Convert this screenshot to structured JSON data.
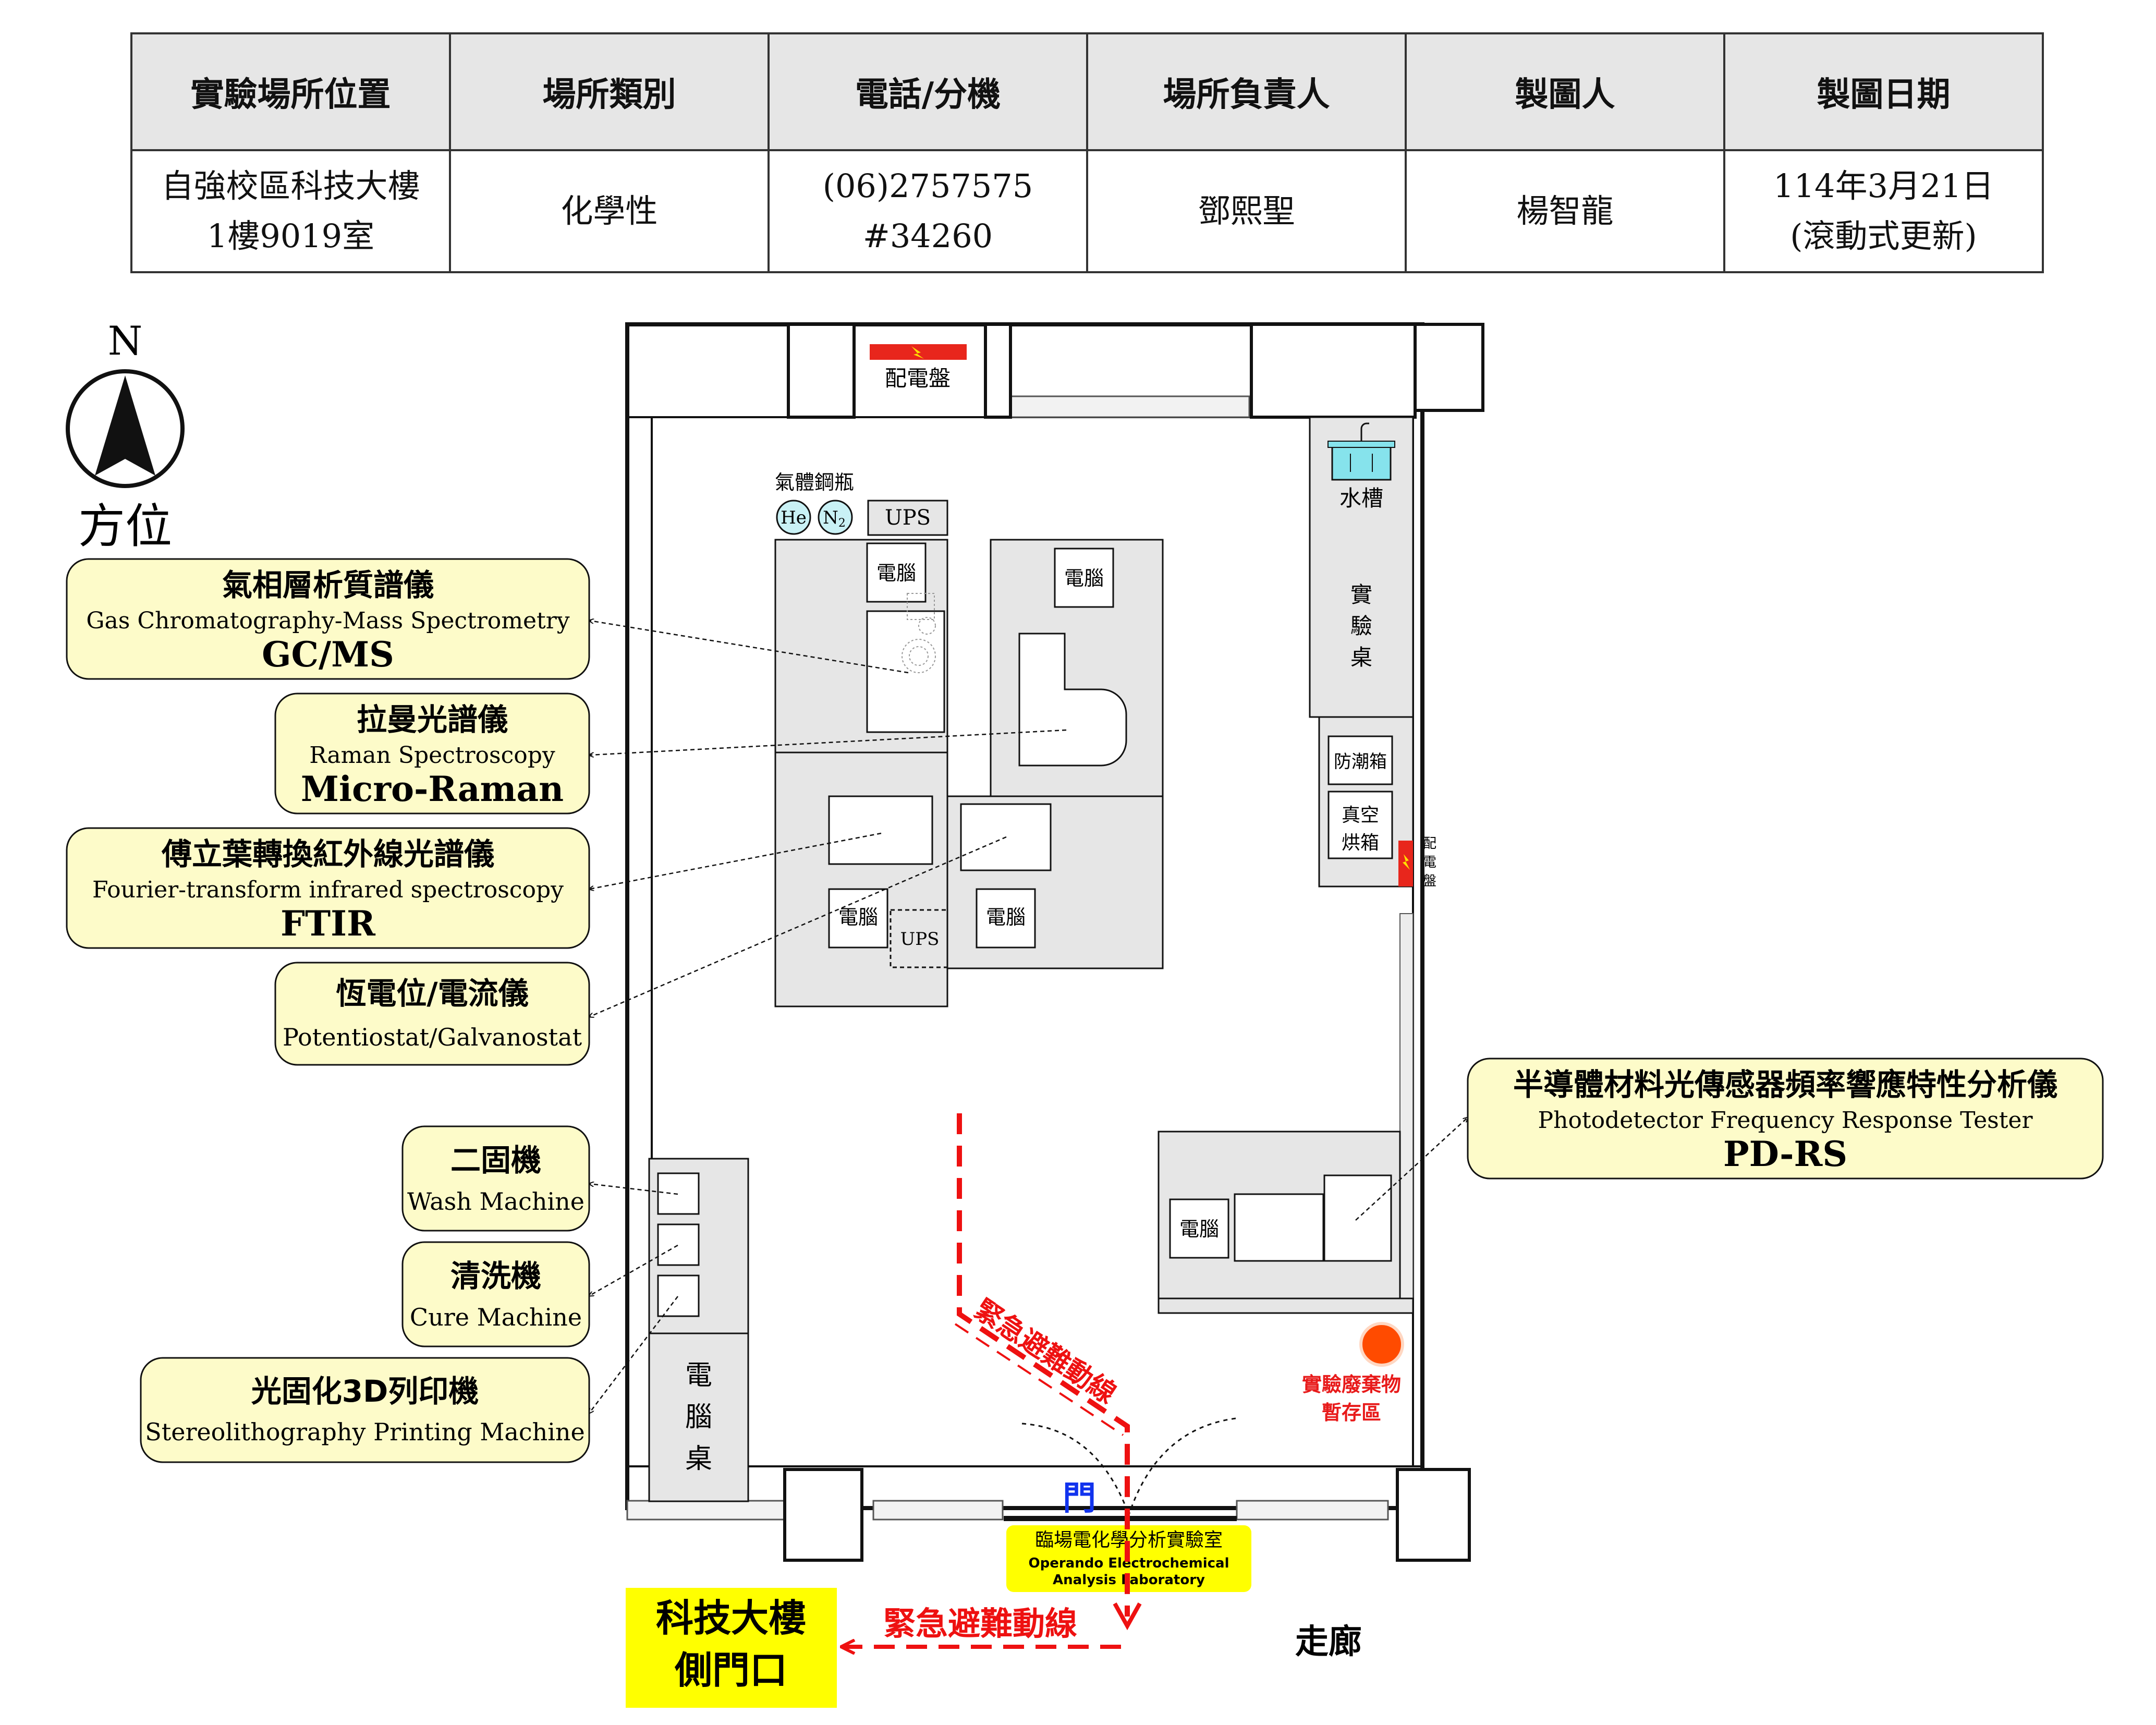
{
  "info_table": {
    "headers": [
      "實驗場所位置",
      "場所類別",
      "電話/分機",
      "場所負責人",
      "製圖人",
      "製圖日期"
    ],
    "location": [
      "自強校區科技大樓",
      "1樓9019室"
    ],
    "category": "化學性",
    "phone": [
      "(06)2757575",
      "#34260"
    ],
    "manager": "鄧熙聖",
    "drawer": "楊智龍",
    "date": [
      "114年3月21日",
      "(滾動式更新)"
    ]
  },
  "compass": {
    "north": "N",
    "label": "方位"
  },
  "equipment": {
    "gcms": {
      "zh": "氣相層析質譜儀",
      "en": "Gas Chromatography-Mass Spectrometry",
      "abbr": "GC/MS"
    },
    "raman": {
      "zh": "拉曼光譜儀",
      "en": "Raman Spectroscopy",
      "abbr": "Micro-Raman"
    },
    "ftir": {
      "zh": "傅立葉轉換紅外線光譜儀",
      "en": "Fourier-transform infrared spectroscopy",
      "abbr": "FTIR"
    },
    "potentiostat": {
      "zh": "恆電位/電流儀",
      "en": "Potentiostat/Galvanostat"
    },
    "wash": {
      "zh": "二固機",
      "en": "Wash Machine"
    },
    "cure": {
      "zh": "清洗機",
      "en": "Cure Machine"
    },
    "printer": {
      "zh": "光固化3D列印機",
      "en": "Stereolithography Printing Machine"
    },
    "pdrs": {
      "zh": "半導體材料光傳感器頻率響應特性分析儀",
      "en": "Photodetector Frequency Response Tester",
      "abbr": "PD-RS"
    }
  },
  "room": {
    "panel_top": "配電盤",
    "panel_side": [
      "配",
      "電",
      "盤"
    ],
    "gas_cylinders": "氣體鋼瓶",
    "he": "He",
    "n2": "N",
    "n2_sub": "2",
    "ups": "UPS",
    "computer": "電腦",
    "sink": "水槽",
    "lab_bench": [
      "實",
      "驗",
      "桌"
    ],
    "dry_cabinet": "防潮箱",
    "vacuum_oven": [
      "真空",
      "烘箱"
    ],
    "computer_desk": [
      "電",
      "腦",
      "桌"
    ],
    "waste": [
      "實驗廢棄物",
      "暫存區"
    ],
    "door": "門",
    "lab_sign": [
      "臨場電化學分析實驗室",
      "Operando Electrochemical",
      "Analysis Laboratory"
    ],
    "corridor": "走廊",
    "exit": [
      "科技大樓",
      "側門口"
    ],
    "evac_route": "緊急避難動線"
  },
  "colors": {
    "callout_fill": "#fdfbc9",
    "sign_yellow": "#ffff00",
    "evac_red": "#ee1111",
    "sink_cyan": "#86e3ec",
    "gas_cyan": "#c9f1f5",
    "panel_red": "#e8261c",
    "waste_orange": "#ff4b00",
    "door_blue": "#1133ee",
    "equipment_grey": "#e6e6e6"
  }
}
